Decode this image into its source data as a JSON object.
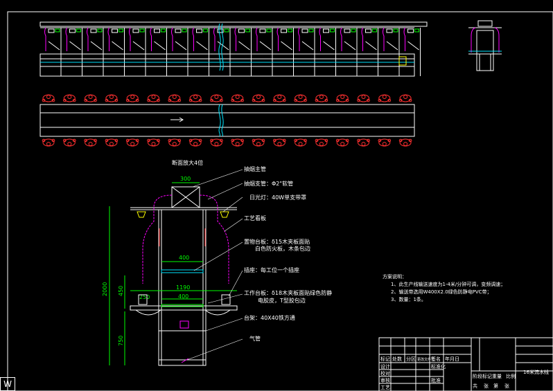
{
  "view": {
    "section_title": "断面放大4倍",
    "ucs_label": "W"
  },
  "dimensions": {
    "hood_width": "300",
    "shelf_width": "400",
    "table_width": "1190",
    "inner_width": "400",
    "left_offset": "250",
    "total_height": "2000",
    "upper_height": "450",
    "lower_height": "750"
  },
  "callouts": [
    "抽烟主管",
    "抽烟支管：Φ2\"软管",
    "日光灯：40W单支带罩",
    "工艺看板",
    "置物台板：δ15木夹板面贴",
    "白色防火板，木条包边",
    "插座：每工位一个插座",
    "工作台板：δ18木夹板面贴绿色防静",
    "电胶皮，T型胶包边",
    "台架：40X40铁方通",
    "气管"
  ],
  "notes": {
    "title": "方案说明：",
    "items": [
      "1、此生产线输送速度为1-4米/分钟可调，变频调速；",
      "2、输送带选用W400X2.0绿色防静电PVC带；",
      "3、数量：1条。"
    ]
  },
  "title_block": {
    "row_labels": [
      "设计",
      "校对",
      "审核",
      "工艺"
    ],
    "header_labels": [
      "标记",
      "处数",
      "分区",
      "更改文件号",
      "签名",
      "年月日"
    ],
    "extra_labels": [
      "标准化",
      "批准"
    ],
    "right_labels": [
      "阶段标记",
      "重量",
      "比例"
    ],
    "sheet_labels": [
      "共",
      "张",
      "第",
      "张"
    ],
    "drawing_name": "16米流水线"
  }
}
